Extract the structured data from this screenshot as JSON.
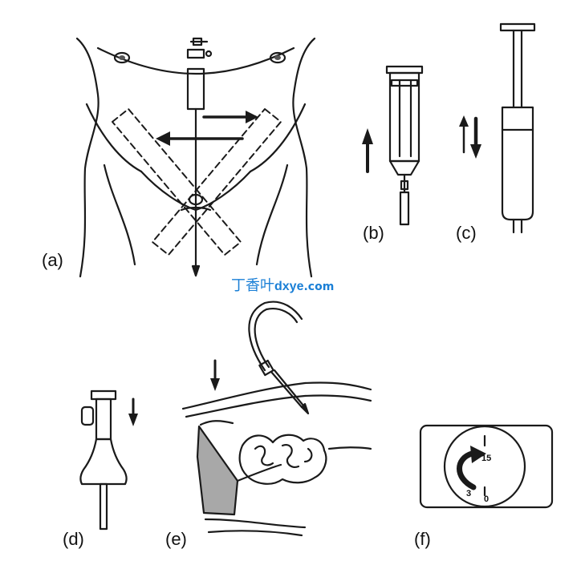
{
  "panels": {
    "a": {
      "label": "(a)"
    },
    "b": {
      "label": "(b)"
    },
    "c": {
      "label": "(c)"
    },
    "d": {
      "label": "(d)"
    },
    "e": {
      "label": "(e)"
    },
    "f": {
      "label": "(f)",
      "dial": {
        "mark_high": "15",
        "mark_low": "3",
        "mark_zero": "0"
      }
    }
  },
  "watermark": {
    "cn": "丁香叶",
    "brand": "dxye",
    "tld": ".com"
  },
  "colors": {
    "ink": "#1a1a1a",
    "liver_fill": "#a8a8a8",
    "watermark": "#1a7fd6"
  }
}
